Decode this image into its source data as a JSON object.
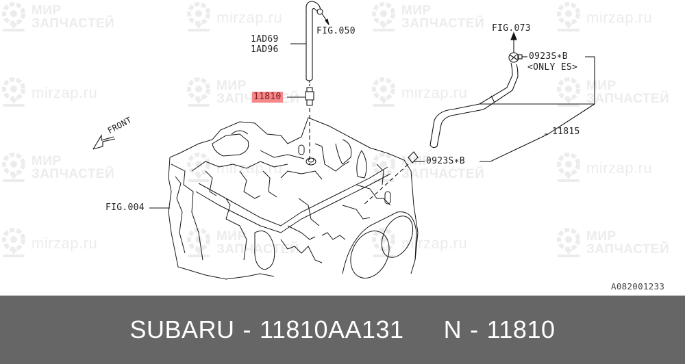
{
  "watermark": {
    "brand_line1": "МИР",
    "brand_line2": "ЗАПЧАСТЕЙ",
    "site": "mirzap.ru"
  },
  "diagram": {
    "labels": {
      "hose_part_1": "1AD69",
      "hose_part_2": "1AD96",
      "fig_050": "FIG.050",
      "highlighted_part": "11810",
      "fig_073": "FIG.073",
      "clamp_top": "0923S∗B",
      "clamp_top_note": "<ONLY ES>",
      "hose_right": "11815",
      "clamp_bottom": "0923S∗B",
      "front_arrow": "FRONT",
      "fig_004": "FIG.004",
      "diagram_code": "A082001233"
    },
    "highlight_color": "#f4878a"
  },
  "footer": {
    "brand": "SUBARU",
    "separator": "-",
    "part_number": "11810AA131",
    "label_n": "N",
    "separator2": "-",
    "n_value": "11810",
    "background": "#666666"
  }
}
